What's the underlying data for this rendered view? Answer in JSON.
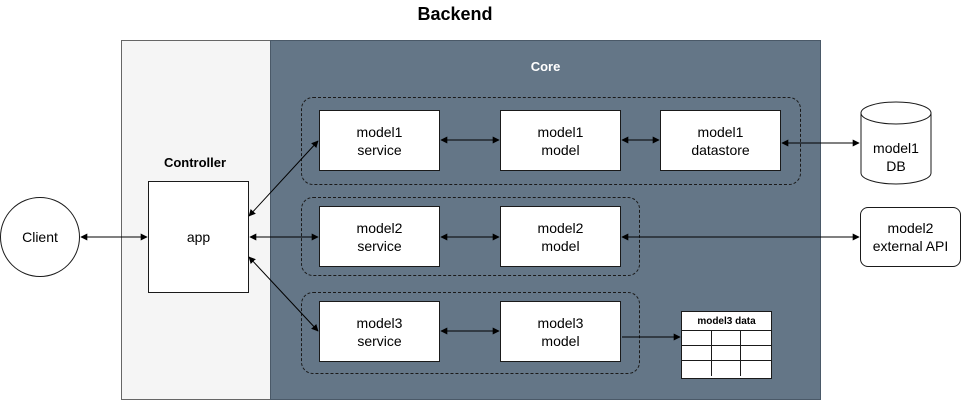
{
  "diagram": {
    "title": "Backend",
    "controller": {
      "label": "Controller",
      "app": "app"
    },
    "core": {
      "label": "Core",
      "model1": {
        "service": "model1\nservice",
        "model": "model1\nmodel",
        "datastore": "model1\ndatastore"
      },
      "model2": {
        "service": "model2\nservice",
        "model": "model2\nmodel"
      },
      "model3": {
        "service": "model3\nservice",
        "model": "model3\nmodel",
        "data_table": "model3 data"
      }
    },
    "external": {
      "client": "Client",
      "db": "model1\nDB",
      "api": "model2\nexternal API"
    }
  },
  "colors": {
    "core_bg": "#647687",
    "controller_bg": "#f5f5f5",
    "box_bg": "#ffffff",
    "line": "#1a1a1a"
  }
}
